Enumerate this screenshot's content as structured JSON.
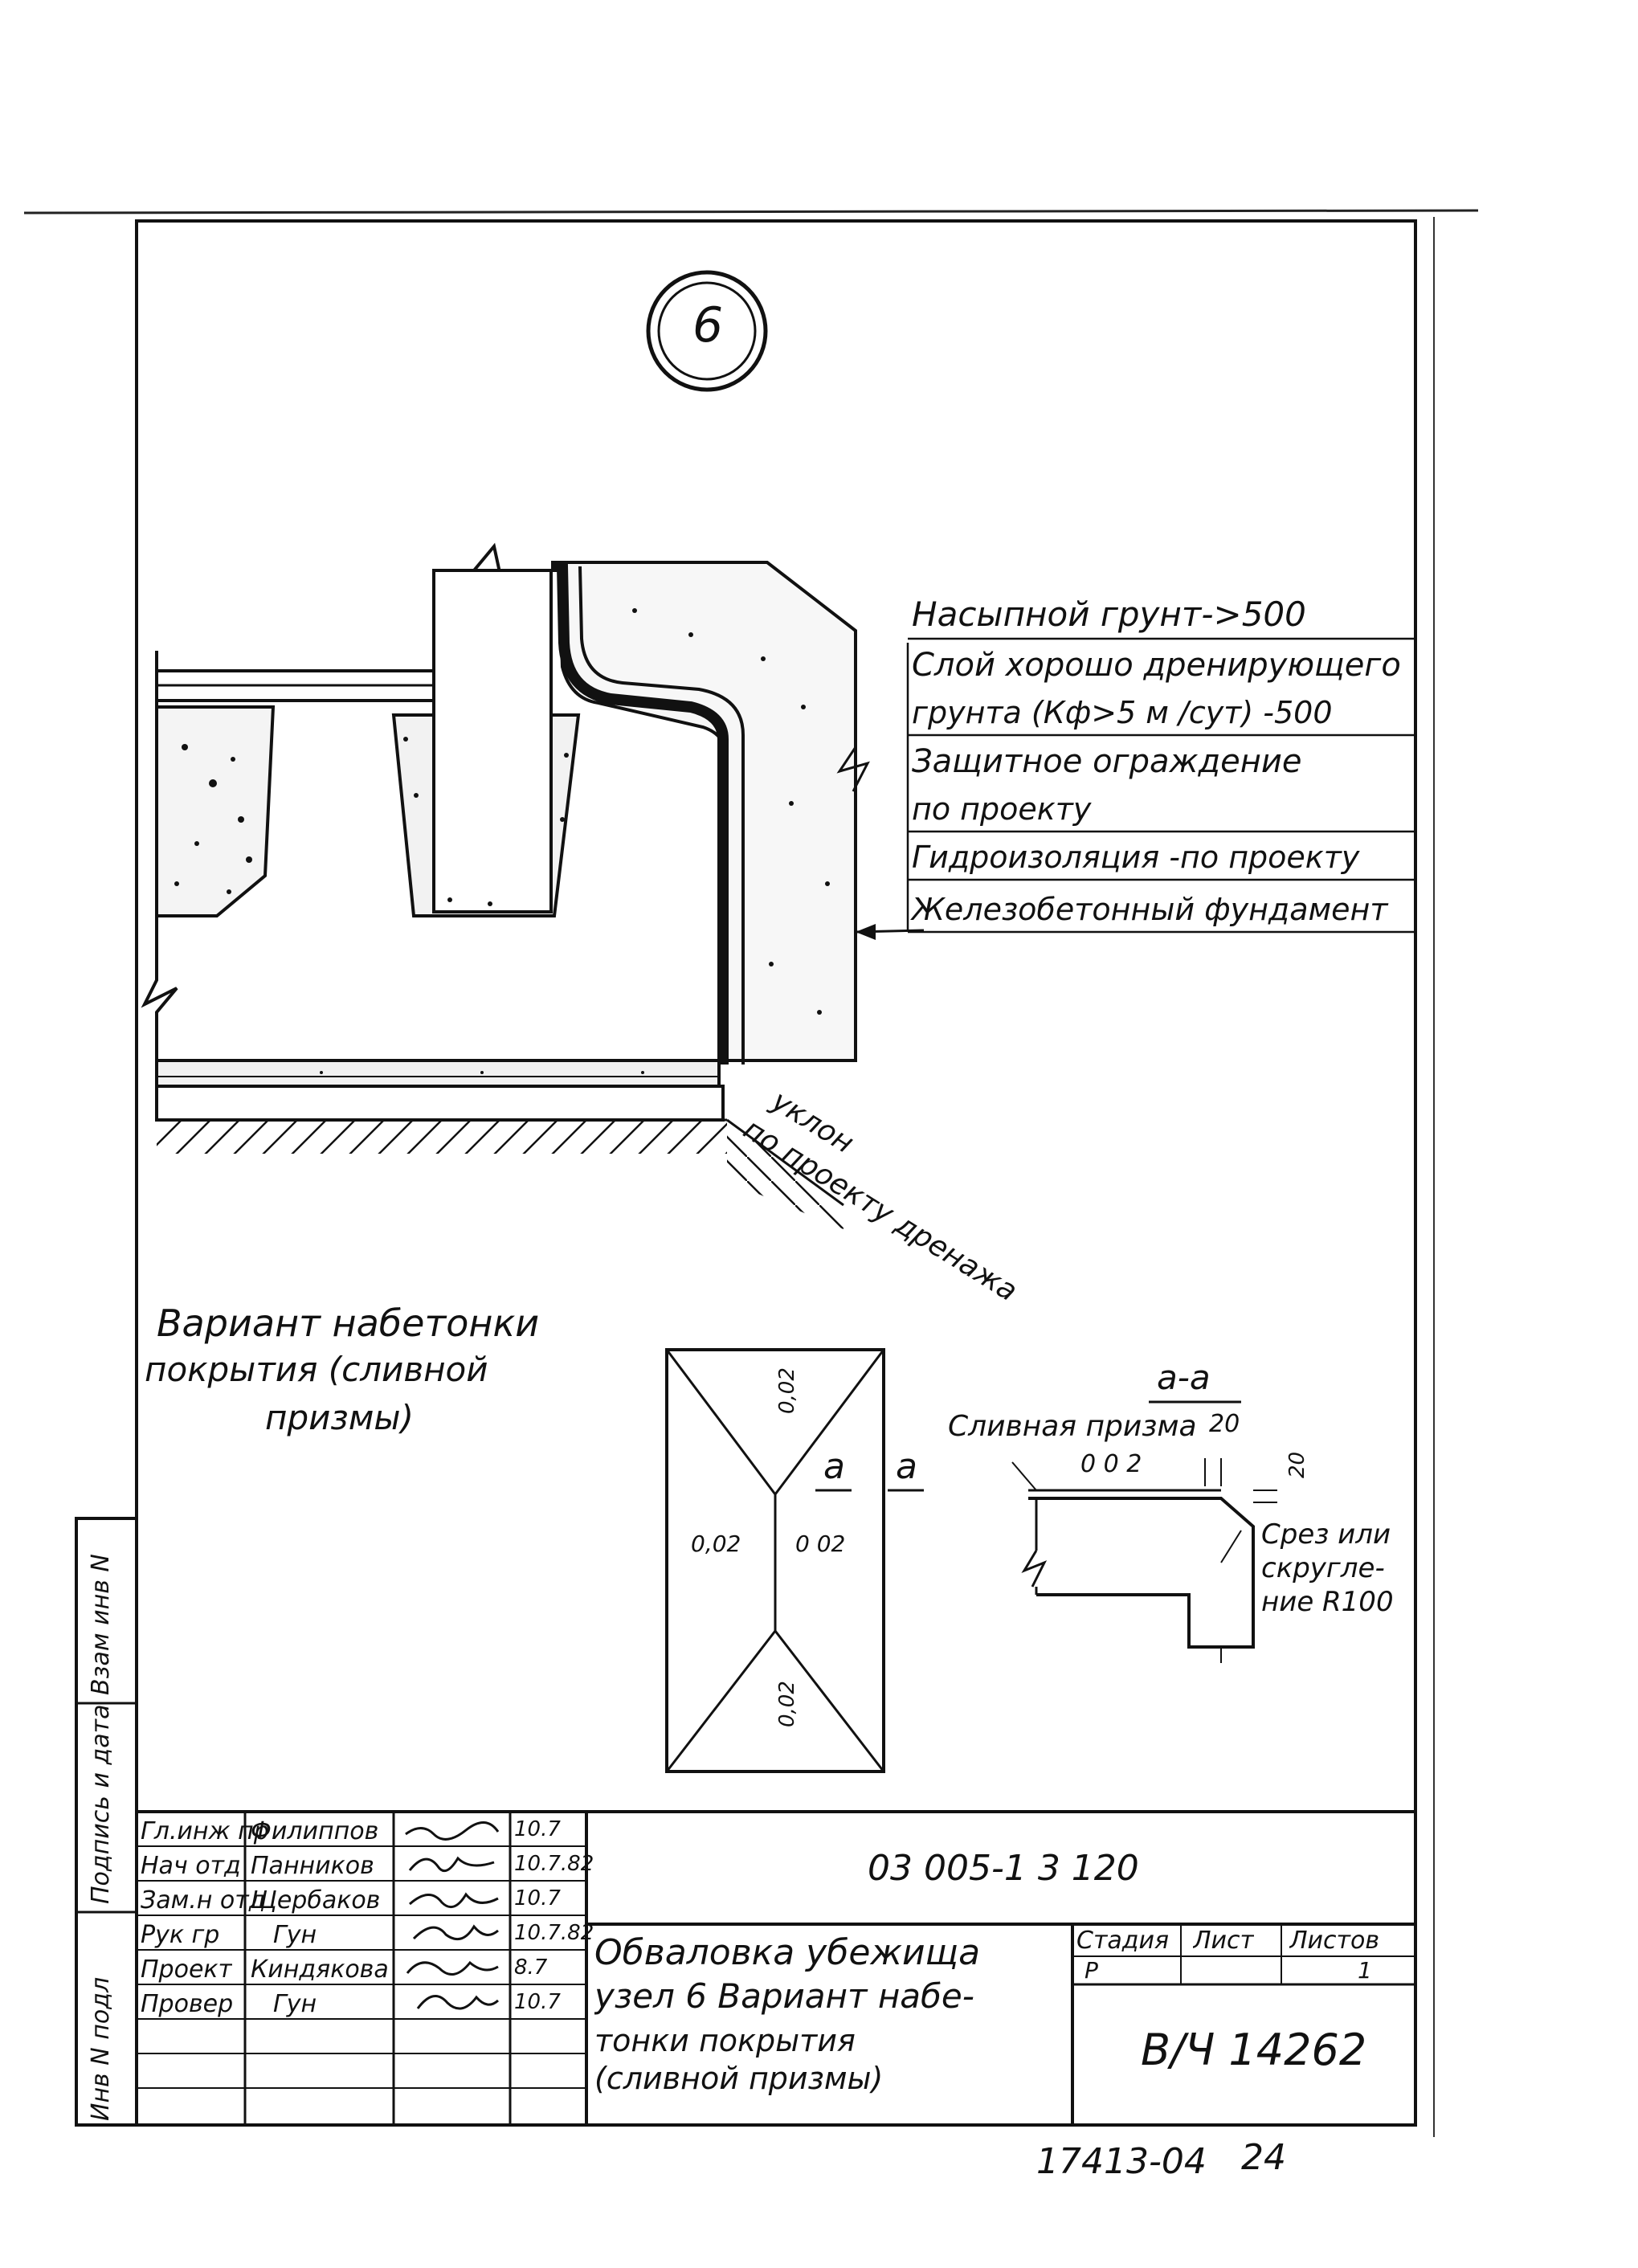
{
  "detail_number": "6",
  "layer_labels": [
    "Насыпной грунт->500",
    "Слой хорошо дренирующего",
    "грунта (Кф>5 м /сут) -500",
    "Защитное ограждение",
    "по проекту",
    "Гидроизоляция -по проекту",
    "Железобетонный фундамент"
  ],
  "slope_note": [
    "уклон",
    "по проекту дренажа"
  ],
  "variant_caption": [
    "Вариант набетонки",
    "покрытия (сливной",
    "призмы)"
  ],
  "plan": {
    "slope_top": "0,02",
    "slope_left": "0,02",
    "slope_right": "0 02",
    "slope_bottom": "0,02",
    "section_mark_left": "a",
    "section_mark_right": "a"
  },
  "section": {
    "title": "a-a",
    "prism_label": "Сливная призма",
    "dim_top": "20",
    "slope": "0 0 2",
    "dim_side": "20",
    "note": [
      "Срез или",
      "скругле-",
      "ние R100"
    ]
  },
  "side_stamp": [
    "Взам инв N",
    "Подпись и дата",
    "Инв N подл"
  ],
  "title_block": {
    "people": [
      {
        "role": "Гл.инж пр",
        "name": "Филиппов",
        "date": "10.7"
      },
      {
        "role": "Нач отд",
        "name": "Панников",
        "date": "10.7.82"
      },
      {
        "role": "Зам.н отд",
        "name": "Щербаков",
        "date": "10.7"
      },
      {
        "role": "Рук гр",
        "name": "Гун",
        "date": "10.7.82"
      },
      {
        "role": "Проект",
        "name": "Киндякова",
        "date": "8.7"
      },
      {
        "role": "Провер",
        "name": "Гун",
        "date": "10.7"
      }
    ],
    "doc_code": "03 005-1 3 120",
    "description": [
      "Обваловка убежища",
      "узел 6 Вариант набе-",
      "тонки покрытия",
      "(сливной призмы)"
    ],
    "stage_header": "Стадия",
    "sheet_header": "Лист",
    "sheets_header": "Листов",
    "stage_value": "Р",
    "sheet_value": "",
    "sheets_value": "1",
    "organization": "В/Ч 14262"
  },
  "footer_number": "17413-04",
  "footer_page": "24"
}
